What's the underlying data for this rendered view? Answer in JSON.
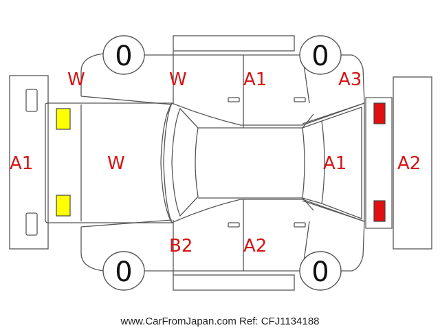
{
  "colors": {
    "damage_code": "#d51414",
    "lamp_yellow": "#ffff00",
    "lamp_red": "#e01010",
    "outline": "#555555"
  },
  "wheels": {
    "front_left": "0",
    "front_right": "0",
    "rear_left": "0",
    "rear_right": "0"
  },
  "damage_codes": {
    "left_side_front": "W",
    "left_side_front_door": "W",
    "left_side_rear_door": "A1",
    "left_side_rear": "A3",
    "front_bumper": "A1",
    "hood": "W",
    "trunk_lid": "A1",
    "rear_bumper": "A2",
    "right_side_front_door": "B2",
    "right_side_rear_door": "A2"
  },
  "footer": {
    "text": "www.CarFromJapan.com Ref: CFJ1134188"
  }
}
